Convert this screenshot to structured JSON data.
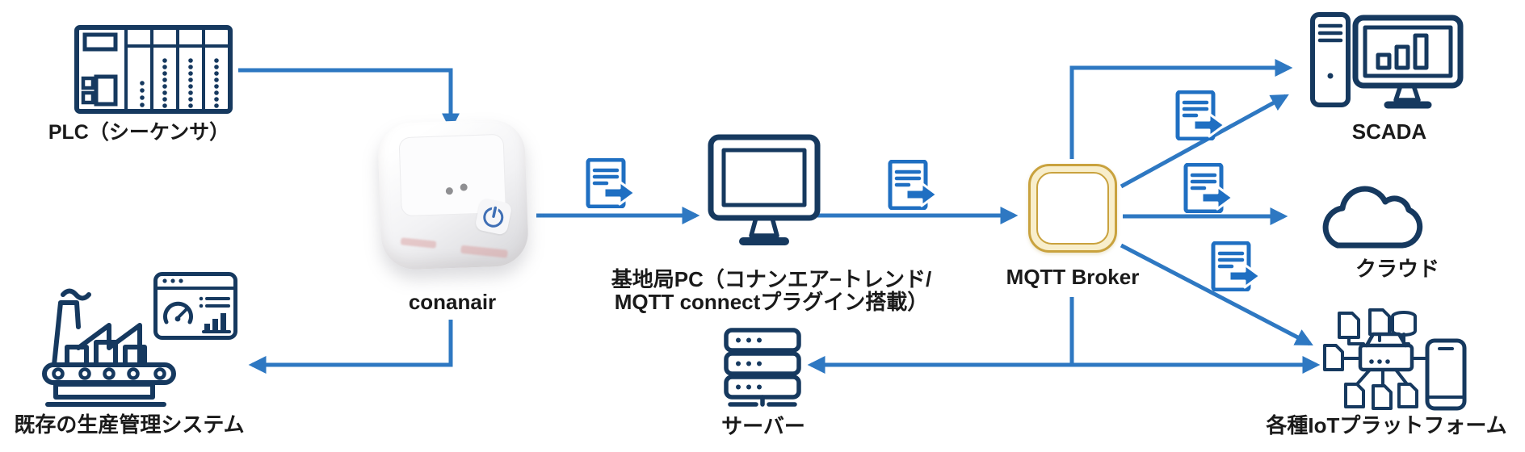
{
  "diagram": {
    "title": "conanair MQTT data-flow architecture",
    "colors": {
      "background": "#ffffff",
      "icon_navy": "#16395F",
      "arrow_blue": "#2E78C2",
      "document_blue": "#1F6FC2",
      "broker_gold_border": "#C9A23E",
      "broker_gold_fill": "#F8EECB",
      "label_black": "#1a1a1a"
    },
    "nodes": {
      "plc": {
        "label": "PLC（シーケンサ）",
        "icon": "plc-rack-icon"
      },
      "conanair": {
        "label": "conanair",
        "icon": "conanair-device-photo"
      },
      "legacy_system": {
        "label": "既存の生産管理システム",
        "icon": "factory-dashboard-icon"
      },
      "base_pc": {
        "label_line1": "基地局PC（コナンエア−トレンド/",
        "label_line2": "MQTT connectプラグイン搭載）",
        "icon": "desktop-monitor-icon"
      },
      "mqtt_broker": {
        "label": "MQTT Broker",
        "icon": "broker-square-icon"
      },
      "scada": {
        "label": "SCADA",
        "icon": "workstation-icon"
      },
      "cloud": {
        "label": "クラウド",
        "icon": "cloud-icon"
      },
      "iot_platform": {
        "label": "各種IoTプラットフォーム",
        "icon": "iot-hub-icon"
      },
      "server": {
        "label": "サーバー",
        "icon": "server-stack-icon"
      }
    },
    "edges": [
      {
        "from": "plc",
        "to": "conanair",
        "direction": "one-way",
        "document_icon": false
      },
      {
        "from": "conanair",
        "to": "base_pc",
        "direction": "one-way",
        "document_icon": true
      },
      {
        "from": "base_pc",
        "to": "mqtt_broker",
        "direction": "one-way",
        "document_icon": true
      },
      {
        "from": "mqtt_broker",
        "to": "scada",
        "direction": "one-way",
        "document_icon": false
      },
      {
        "from": "mqtt_broker",
        "to": "scada",
        "direction": "one-way",
        "document_icon": true
      },
      {
        "from": "mqtt_broker",
        "to": "cloud",
        "direction": "one-way",
        "document_icon": true
      },
      {
        "from": "mqtt_broker",
        "to": "iot_platform",
        "direction": "one-way",
        "document_icon": true
      },
      {
        "from": "conanair",
        "to": "legacy_system",
        "direction": "one-way",
        "document_icon": false
      },
      {
        "from": "mqtt_broker",
        "to": "server_iot_bus",
        "direction": "join",
        "document_icon": false
      },
      {
        "from": "server",
        "to": "iot_platform",
        "direction": "two-way",
        "document_icon": false
      }
    ]
  }
}
